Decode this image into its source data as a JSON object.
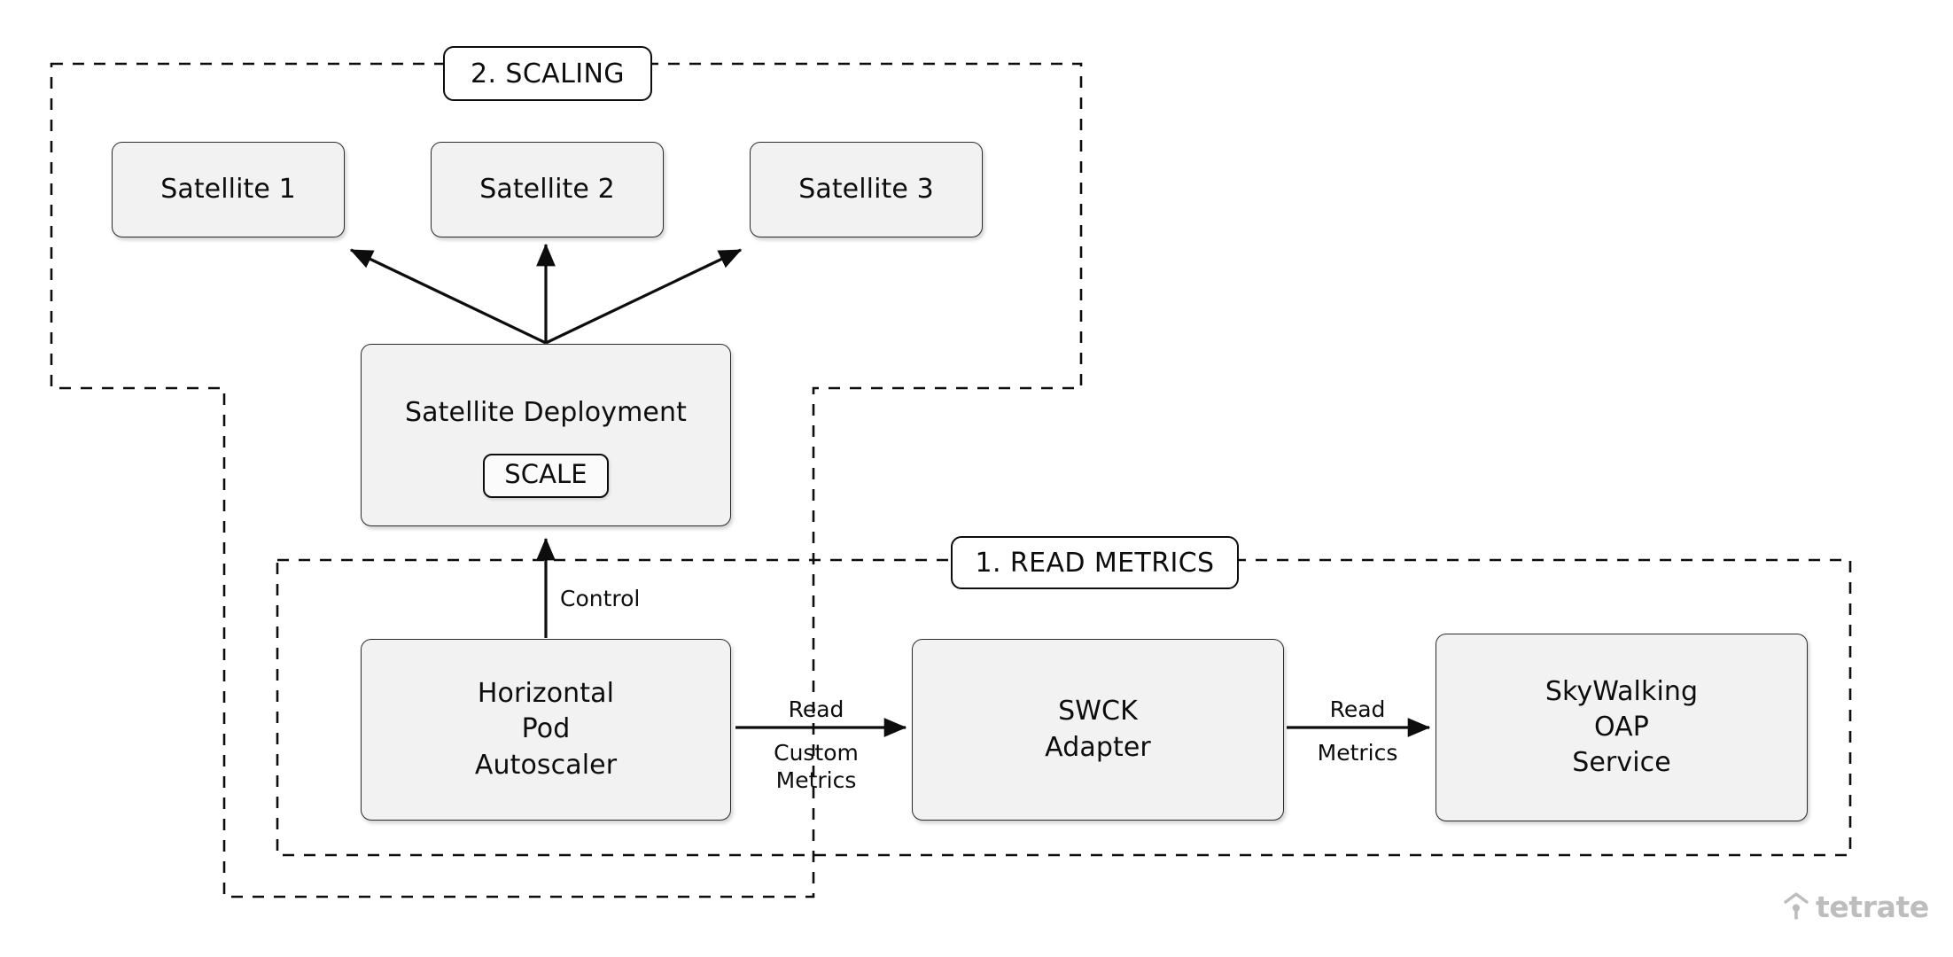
{
  "diagram": {
    "title": "SkyWalking Satellite autoscaling flow",
    "background_color": "#ffffff",
    "node_fill_color": "#f2f2f2",
    "node_border_color": "#2b2b2b",
    "line_color": "#0d0d0d",
    "logo_color": "#bdbdbd"
  },
  "groups": [
    {
      "id": "scaling",
      "label": "2. SCALING"
    },
    {
      "id": "read_metrics",
      "label": "1. READ METRICS"
    }
  ],
  "nodes": {
    "satellite_1": {
      "label": "Satellite 1"
    },
    "satellite_2": {
      "label": "Satellite 2"
    },
    "satellite_3": {
      "label": "Satellite 3"
    },
    "satellite_deployment": {
      "title": "Satellite Deployment",
      "badge": "SCALE"
    },
    "hpa": {
      "label": "Horizontal\nPod\nAutoscaler"
    },
    "swck_adapter": {
      "label": "SWCK\nAdapter"
    },
    "skywalking_oap": {
      "label": "SkyWalking\nOAP\nService"
    }
  },
  "edges": [
    {
      "id": "deployment-to-satellite-1",
      "from": "satellite_deployment",
      "to": "satellite_1",
      "label": ""
    },
    {
      "id": "deployment-to-satellite-2",
      "from": "satellite_deployment",
      "to": "satellite_2",
      "label": ""
    },
    {
      "id": "deployment-to-satellite-3",
      "from": "satellite_deployment",
      "to": "satellite_3",
      "label": ""
    },
    {
      "id": "hpa-to-deployment",
      "from": "hpa",
      "to": "satellite_deployment",
      "label": "Control"
    },
    {
      "id": "hpa-to-adapter",
      "from": "hpa",
      "to": "swck_adapter",
      "label": "Read\nCustom\nMetrics"
    },
    {
      "id": "adapter-to-oap",
      "from": "swck_adapter",
      "to": "skywalking_oap",
      "label": "Read\nMetrics"
    }
  ],
  "edge_labels": {
    "control": "Control",
    "read_custom_metrics_top": "Read",
    "read_custom_metrics_bottom": "Custom\nMetrics",
    "read_metrics_top": "Read",
    "read_metrics_bottom": "Metrics"
  },
  "brand": {
    "name": "tetrate",
    "icon": "tetrate-arrow-icon"
  }
}
